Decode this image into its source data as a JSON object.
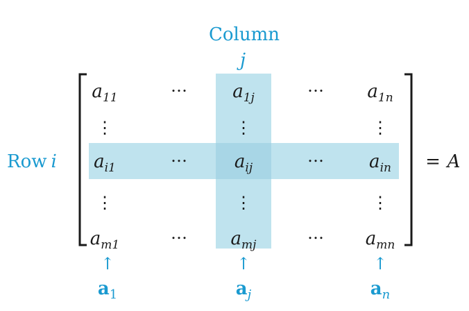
{
  "column_label": "Column",
  "column_index": "j",
  "row_label": "Row",
  "row_index": "i",
  "equals": "=",
  "matrix_name": "A",
  "rows": [
    [
      {
        "b": "a",
        "s": "11"
      },
      "…",
      {
        "b": "a",
        "s": "1j"
      },
      "…",
      {
        "b": "a",
        "s": "1n"
      }
    ],
    [
      "⋮",
      "",
      "⋮",
      "",
      "⋮"
    ],
    [
      {
        "b": "a",
        "s": "i1"
      },
      "…",
      {
        "b": "a",
        "s": "ij"
      },
      "…",
      {
        "b": "a",
        "s": "in"
      }
    ],
    [
      "⋮",
      "",
      "⋮",
      "",
      "⋮"
    ],
    [
      {
        "b": "a",
        "s": "m1"
      },
      "…",
      {
        "b": "a",
        "s": "mj"
      },
      "…",
      {
        "b": "a",
        "s": "mn"
      }
    ]
  ],
  "column_vectors": [
    {
      "arrow": "↑",
      "b": "a",
      "s": "1"
    },
    {
      "arrow": "↑",
      "b": "a",
      "s": "j"
    },
    {
      "arrow": "↑",
      "b": "a",
      "s": "n"
    }
  ],
  "colors": {
    "accent": "#1a9ad0",
    "highlight": "#bfe3ee",
    "overlap": "#a8d6e6",
    "text": "#1a1a1a"
  }
}
